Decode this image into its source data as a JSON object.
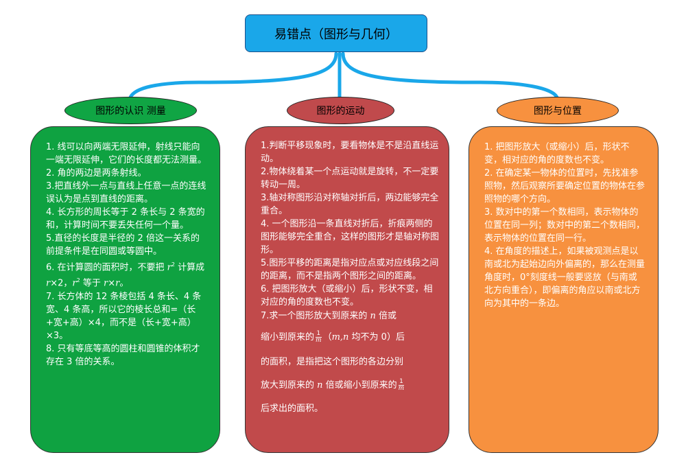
{
  "colors": {
    "root": "#1aa7e9",
    "connector": "#1aa7e9",
    "green": "#10a544",
    "red": "#c04a4c",
    "orange": "#f7913f"
  },
  "root": {
    "title": "易错点（图形与几何）"
  },
  "branches": {
    "left": {
      "title": "图形的认识 测量",
      "items": [
        "1. 线可以向两端无限延伸，射线只能向一端无限延伸，它们的长度都无法测量。",
        "2. 角的两边是两条射线。",
        "3.把直线外一点与直线上任意一点的连线误认为是点到直线的距离。",
        "4. 长方形的周长等于 2 条长与 2 条宽的和，计算时间不要丢失任何一个量。",
        "5.直径的长度是半径的 2 倍这一关系的前提条件是在同圆或等圆中。",
        {
          "pre": "6. 在计算圆的面积时，不要把 ",
          "r1": "r",
          "exp1": "2",
          "mid": " 计算成 ",
          "r2": "r",
          "post": "×2，",
          "r3": "r",
          "exp2": "2",
          "tail": " 等于 ",
          "r4": "r",
          "times": "×",
          "r5": "r",
          "end": "。"
        },
        "7. 长方体的 12 条棱包括 4 条长、4 条宽、4 条高，所以它的棱长总和=（长+宽+高）×4，而不是（长+宽+高）×3。",
        "8. 只有等底等高的圆柱和圆锥的体积才存在 3 倍的关系。"
      ]
    },
    "middle": {
      "title": "图形的运动",
      "items": [
        "1.判断平移现象时，要看物体是不是沿直线运动。",
        "2.物体绕着某一个点运动就是旋转，不一定要转动一周。",
        "3.轴对称图形沿对称轴对折后，两边能够完全重合。",
        "4. 一个图形沿一条直线对折后，折痕两侧的图形能够完全重合，这样的图形才是轴对称图形。",
        "5.图形平移的距离是指对应点或对应线段之间的距离，而不是指两个图形之间的距离。",
        "6. 把图形放大（或缩小）后，形状不变，相对应的角的度数也不变。",
        {
          "a": "7.求一个图形放大到原来的 ",
          "n1": "n",
          "b": " 倍或",
          "c": "缩小到原来的",
          "frac_num": "1",
          "frac_den": "m",
          "d": "（",
          "mn": "m,n",
          "e": " 均不为 0）后",
          "f": "的面积，是指把这个图形的各边分别",
          "g": "放大到原来的 ",
          "n2": "n",
          "h": " 倍或缩小到原来的",
          "i": "后求出的面积。"
        }
      ]
    },
    "right": {
      "title": "图形与位置",
      "items": [
        "1. 把图形放大（或缩小）后，形状不变，相对应的角的度数也不变。",
        "2. 在确定某一物体的位置时，先找准参照物，然后观察所要确定位置的物体在参照物的哪个方向。",
        "3. 数对中的第一个数相同，表示物体的位置在同一列；数对中的第二个数相同，表示物体的位置在同一行。",
        "4. 在角度的描述上，如果被观测点是以南或北为起始边向外偏离的，那么在测量角度时，0°刻度线一般要竖放（与南或北方向重合），即偏离的角应以南或北方向为其中的一条边。"
      ]
    }
  }
}
